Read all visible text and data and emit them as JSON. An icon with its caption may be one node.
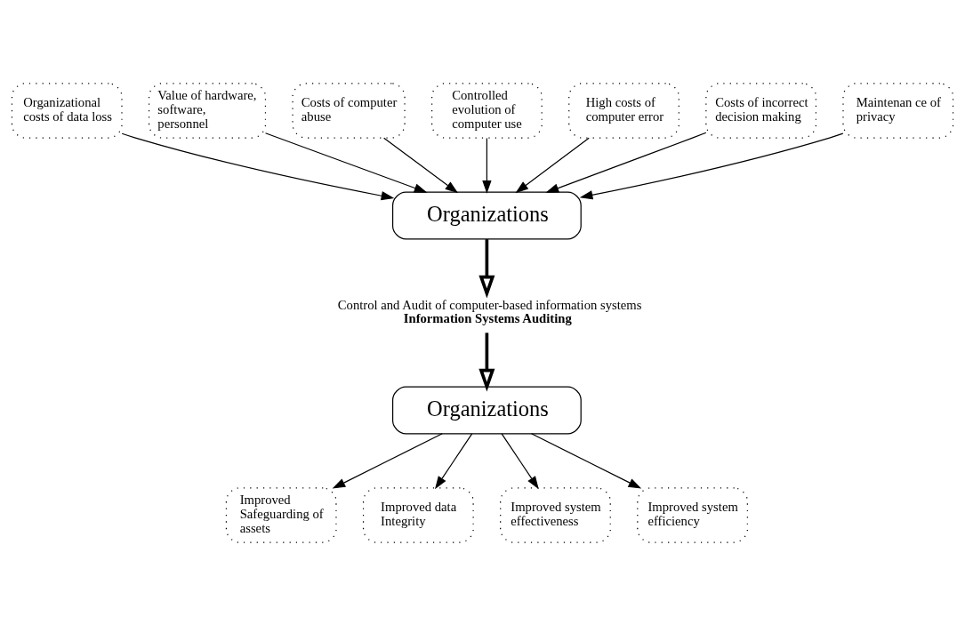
{
  "diagram": {
    "nodes": [
      {
        "text": [
          "Organizational costs of data loss"
        ]
      },
      {
        "text": [
          "Value of hardware, software, personnel"
        ]
      },
      {
        "text": [
          "Costs of computer abuse"
        ]
      },
      {
        "text": [
          "Controlled evolution of computer use"
        ]
      },
      {
        "text": [
          "High costs of computer error"
        ]
      },
      {
        "text": [
          "Costs of incorrect decision making"
        ]
      },
      {
        "text": [
          "Maintenan ce of privacy"
        ]
      },
      {
        "text": [
          "Organizations"
        ]
      },
      {
        "text": [
          "Control and Audit of computer-based information systems",
          "Information Systems Auditing"
        ]
      },
      {
        "text": [
          "Organizations"
        ]
      },
      {
        "text": [
          "Improved Safeguarding of assets"
        ]
      },
      {
        "text": [
          "Improved data Integrity"
        ]
      },
      {
        "text": [
          "Improved system effectiveness"
        ]
      },
      {
        "text": [
          "Improved system efficiency"
        ]
      }
    ],
    "edges": [
      {
        "from": 0,
        "to": 7,
        "arrow": "to"
      },
      {
        "from": 1,
        "to": 7,
        "arrow": "to"
      },
      {
        "from": 2,
        "to": 7,
        "arrow": "to"
      },
      {
        "from": 3,
        "to": 7,
        "arrow": "to"
      },
      {
        "from": 4,
        "to": 7,
        "arrow": "to"
      },
      {
        "from": 5,
        "to": 7,
        "arrow": "to"
      },
      {
        "from": 6,
        "to": 7,
        "arrow": "to"
      },
      {
        "from": 7,
        "to": 8,
        "arrow": "to",
        "style": "thick"
      },
      {
        "from": 8,
        "to": 9,
        "arrow": "to",
        "style": "thick"
      },
      {
        "from": 9,
        "to": 10,
        "arrow": "to"
      },
      {
        "from": 9,
        "to": 11,
        "arrow": "to"
      },
      {
        "from": 9,
        "to": 12,
        "arrow": "to"
      },
      {
        "from": 9,
        "to": 13,
        "arrow": "to"
      }
    ]
  }
}
